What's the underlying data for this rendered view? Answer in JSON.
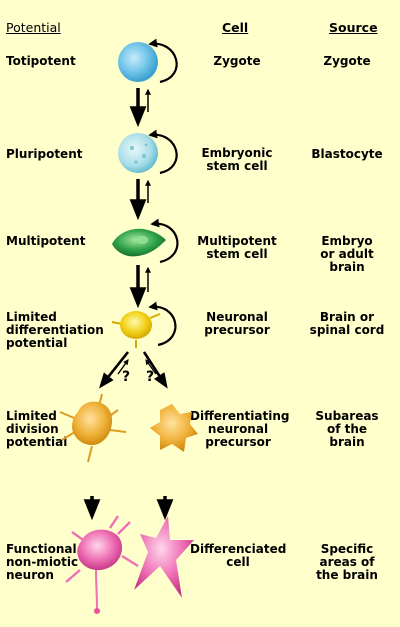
{
  "headers": {
    "potential": "Potential",
    "cell": "Cell",
    "source": "Source"
  },
  "rows": [
    {
      "potential": [
        "Totipotent"
      ],
      "cell": [
        "Zygote"
      ],
      "source": [
        "Zygote"
      ]
    },
    {
      "potential": [
        "Pluripotent"
      ],
      "cell": [
        "Embryonic",
        "stem cell"
      ],
      "source": [
        "Blastocyte"
      ]
    },
    {
      "potential": [
        "Multipotent"
      ],
      "cell": [
        "Multipotent",
        "stem cell"
      ],
      "source": [
        "Embryo",
        "or adult",
        "brain"
      ]
    },
    {
      "potential": [
        "Limited",
        "differentiation",
        "potential"
      ],
      "cell": [
        "Neuronal",
        "precursor"
      ],
      "source": [
        "Brain or",
        "spinal cord"
      ]
    },
    {
      "potential": [
        "Limited",
        "division",
        "potential"
      ],
      "cell": [
        "Differentiating",
        "neuronal",
        "precursor"
      ],
      "source": [
        "Subareas",
        "of the",
        "brain"
      ]
    },
    {
      "potential": [
        "Functional",
        "non-miotic",
        "neuron"
      ],
      "cell": [
        "Differenciated",
        "cell"
      ],
      "source": [
        "Specific",
        "areas of",
        "the brain"
      ]
    }
  ],
  "question_marks": [
    "?",
    "?"
  ],
  "colors": {
    "background": "#ffffcc",
    "zygote": "#6fc3e8",
    "embryonic": "#a8dde8",
    "multipotent": "#2fa24a",
    "precursor": "#f2d21a",
    "differentiating": "#f0b23a",
    "neuron": "#ee6fb4"
  }
}
